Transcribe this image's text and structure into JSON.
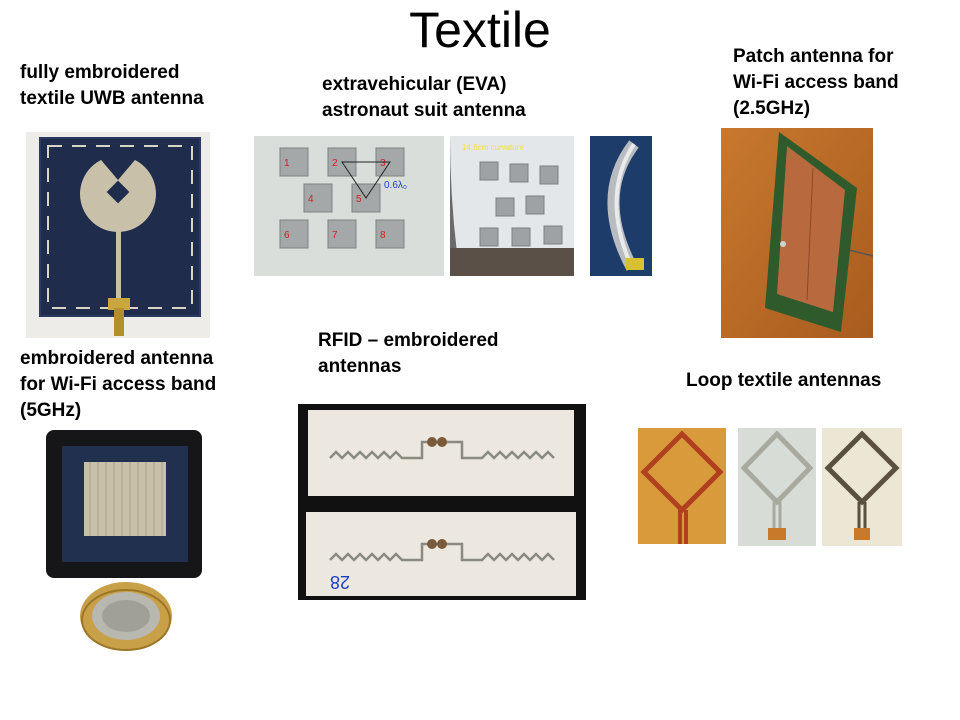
{
  "slide": {
    "title": "Textile"
  },
  "captions": {
    "uwb": [
      "fully embroidered",
      "textile UWB antenna"
    ],
    "eva": [
      "extravehicular (EVA)",
      "astronaut suit antenna"
    ],
    "patch": [
      "Patch antenna for",
      "Wi-Fi access band",
      "(2.5GHz)"
    ],
    "wifi5": [
      "embroidered antenna",
      "for Wi-Fi access band",
      "(5GHz)"
    ],
    "rfid": [
      "RFID – embroidered",
      "antennas"
    ],
    "loop": [
      "Loop textile antennas"
    ]
  },
  "eva_photo": {
    "element_numbers": [
      "1",
      "2",
      "3",
      "4",
      "5",
      "6",
      "7",
      "8"
    ],
    "spacing_label": "0.6λ₀",
    "curvature_label": "14.6cm curvature"
  },
  "rfid_photo": {
    "handwritten_mark": "28"
  },
  "colors": {
    "denim": "#1f2c4c",
    "thread_silver": "#c8c0a8",
    "felt_green": "#2e5a2c",
    "copper": "#b86a3e",
    "eva_number_red": "#d02020",
    "eva_label_blue": "#1a3ec8"
  }
}
